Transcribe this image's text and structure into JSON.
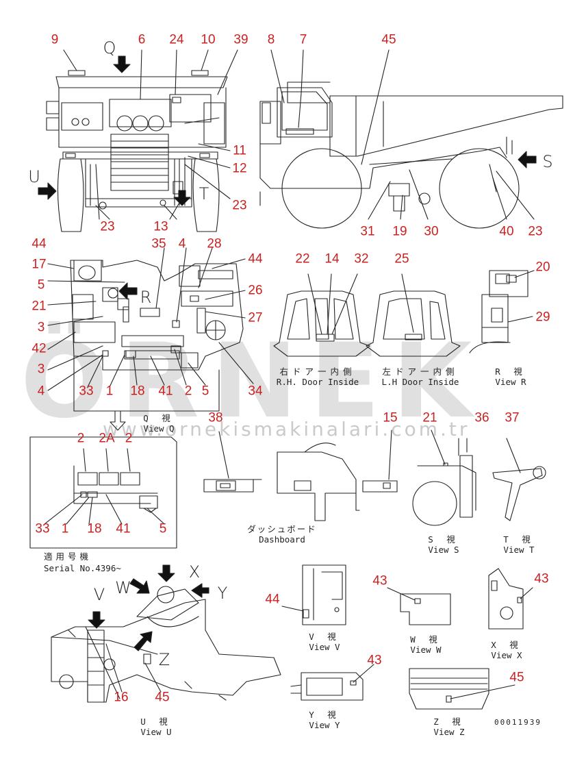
{
  "watermark": {
    "brand": "ÖRNEK",
    "url": "www.ornekismakinalari.com.tr"
  },
  "letters": {
    "Q": "Q",
    "U": "U",
    "S": "S",
    "T": "T",
    "R": "R",
    "V": "V",
    "W": "W",
    "X": "X",
    "Y": "Y",
    "Z": "Z"
  },
  "views": {
    "rh_door": {
      "jp": "右ドア一内側",
      "en": "R.H. Door Inside"
    },
    "lh_door": {
      "jp": "左ドア一内側",
      "en": "L.H Door Inside"
    },
    "view_r": {
      "jp": "R 視",
      "en": "View R"
    },
    "view_q": {
      "jp": "Q 視",
      "en": "View Q"
    },
    "dashboard": {
      "jp": "ダッシュボード",
      "en": "Dashboard"
    },
    "view_s": {
      "jp": "S 視",
      "en": "View S"
    },
    "view_t": {
      "jp": "T 視",
      "en": "View T"
    },
    "view_v": {
      "jp": "V 視",
      "en": "View V"
    },
    "view_w": {
      "jp": "W 視",
      "en": "View W"
    },
    "view_x": {
      "jp": "X 視",
      "en": "View X"
    },
    "view_y": {
      "jp": "Y 視",
      "en": "View Y"
    },
    "view_z": {
      "jp": "Z 視",
      "en": "View Z"
    },
    "view_u": {
      "jp": "U 視",
      "en": "View U"
    }
  },
  "serial": {
    "jp": "適用号機",
    "en": "Serial No.4396~"
  },
  "drawing_no": "00011939",
  "callouts": {
    "c9": "9",
    "c6": "6",
    "c24": "24",
    "c10": "10",
    "c39": "39",
    "c8": "8",
    "c7": "7",
    "c45a": "45",
    "c11": "11",
    "c12": "12",
    "c23a": "23",
    "c23b": "23",
    "c13": "13",
    "c31": "31",
    "c19": "19",
    "c30": "30",
    "c40": "40",
    "c23c": "23",
    "c44a": "44",
    "c35": "35",
    "c4a": "4",
    "c28": "28",
    "c44b": "44",
    "c17": "17",
    "c5a": "5",
    "c21a": "21",
    "c3a": "3",
    "c42": "42",
    "c3b": "3",
    "c4b": "4",
    "c26": "26",
    "c27": "27",
    "c33a": "33",
    "c1a": "1",
    "c18a": "18",
    "c41a": "41",
    "c2a": "2",
    "c5b": "5",
    "c34": "34",
    "c22": "22",
    "c14": "14",
    "c32": "32",
    "c25": "25",
    "c20": "20",
    "c29": "29",
    "c2b": "2",
    "c2A": "2A",
    "c2c": "2",
    "c33b": "33",
    "c1b": "1",
    "c18b": "18",
    "c41b": "41",
    "c5c": "5",
    "c38": "38",
    "c15": "15",
    "c21b": "21",
    "c36": "36",
    "c37": "37",
    "c44c": "44",
    "c43a": "43",
    "c43b": "43",
    "c43c": "43",
    "c45b": "45",
    "c16": "16",
    "c45c": "45"
  }
}
